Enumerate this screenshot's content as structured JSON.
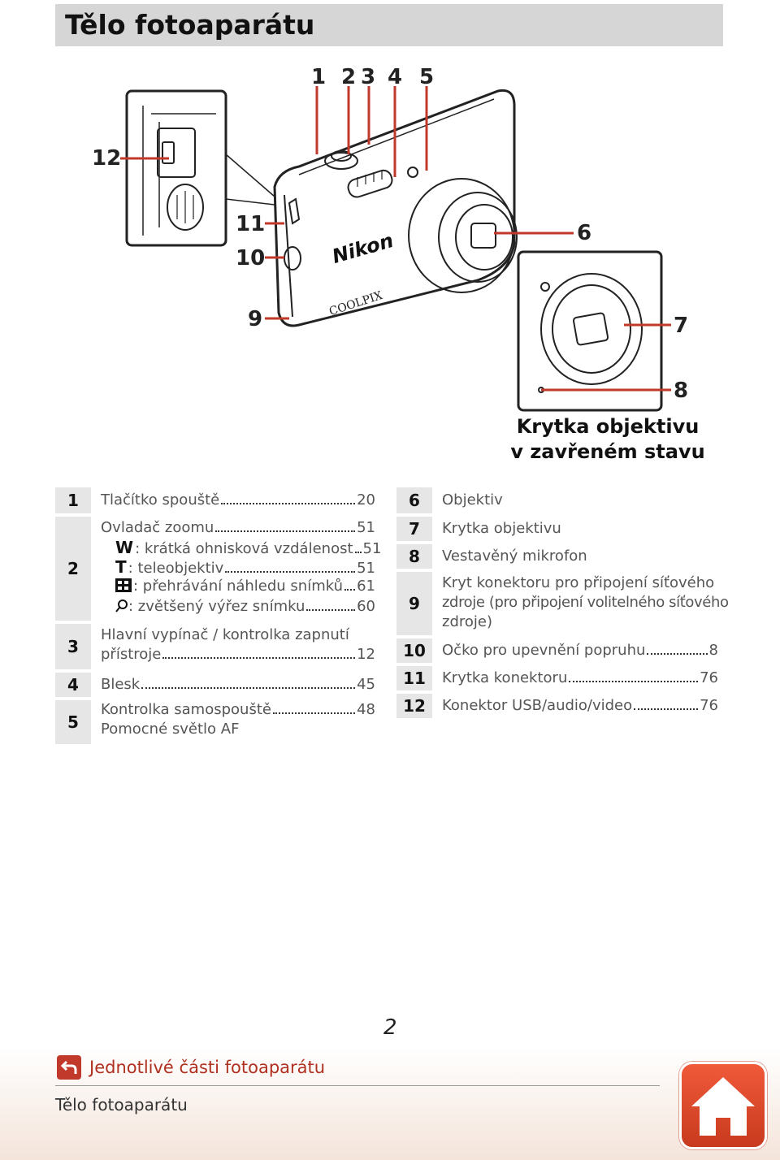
{
  "header": {
    "title": "Tělo fotoaparátu"
  },
  "figure": {
    "labels": [
      "1",
      "2",
      "3",
      "4",
      "5",
      "6",
      "7",
      "8",
      "9",
      "10",
      "11",
      "12"
    ],
    "brand_text": "Nikon",
    "model_text": "COOLPIX",
    "caption_line1": "Krytka objektivu",
    "caption_line2": "v zavřeném stavu"
  },
  "left_table": [
    {
      "num": "1",
      "lines": [
        {
          "text": "Tlačítko spouště",
          "page": "20"
        }
      ]
    },
    {
      "num": "2",
      "lines": [
        {
          "text": "Ovladač zoomu",
          "page": "51"
        },
        {
          "icon": "W",
          "text": ": krátká ohnisková vzdálenost",
          "page": "51"
        },
        {
          "icon": "T",
          "text": ": teleobjektiv",
          "page": "51"
        },
        {
          "icon": "thumbnail-grid-icon",
          "text": ": přehrávání náhledu snímků",
          "page": "61"
        },
        {
          "icon": "magnifier-icon",
          "text": ": zvětšený výřez snímku",
          "page": "60"
        }
      ]
    },
    {
      "num": "3",
      "lines": [
        {
          "text": "Hlavní vypínač / kontrolka zapnutí"
        },
        {
          "text": "přístroje",
          "page": "12"
        }
      ]
    },
    {
      "num": "4",
      "lines": [
        {
          "text": "Blesk",
          "page": "45"
        }
      ]
    },
    {
      "num": "5",
      "lines": [
        {
          "text": "Kontrolka samospouště",
          "page": "48"
        },
        {
          "text": "Pomocné světlo AF"
        }
      ]
    }
  ],
  "right_table": [
    {
      "num": "6",
      "lines": [
        {
          "text": "Objektiv"
        }
      ]
    },
    {
      "num": "7",
      "lines": [
        {
          "text": "Krytka objektivu"
        }
      ]
    },
    {
      "num": "8",
      "lines": [
        {
          "text": "Vestavěný mikrofon"
        }
      ]
    },
    {
      "num": "9",
      "lines": [
        {
          "text": "Kryt konektoru pro připojení síťového"
        },
        {
          "text": "zdroje (pro připojení volitelného síťového"
        },
        {
          "text": "zdroje)"
        }
      ]
    },
    {
      "num": "10",
      "lines": [
        {
          "text": "Očko pro upevnění popruhu",
          "page": "8"
        }
      ]
    },
    {
      "num": "11",
      "lines": [
        {
          "text": "Krytka konektoru",
          "page": "76"
        }
      ]
    },
    {
      "num": "12",
      "lines": [
        {
          "text": "Konektor USB/audio/video",
          "page": "76"
        }
      ]
    }
  ],
  "footer": {
    "page_number": "2",
    "back_link": "Jednotlivé části fotoaparátu",
    "section": "Tělo fotoaparátu"
  },
  "colors": {
    "accent": "#b03020",
    "callout_line": "#c0392b",
    "table_num_bg": "#e6e6e6"
  }
}
